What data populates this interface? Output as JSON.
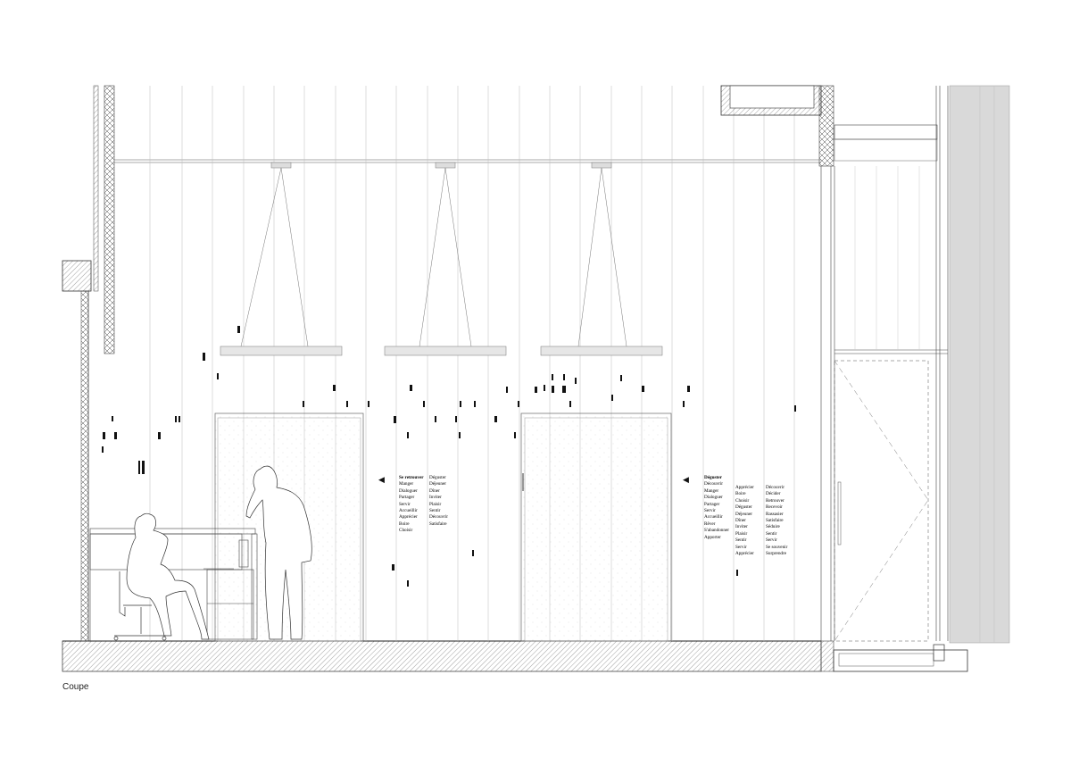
{
  "caption": "Coupe",
  "left_panel": {
    "tiny_label": "",
    "col1": [
      "Se retrouver",
      "Manger",
      "Dialoguer",
      "Partager",
      "Servir",
      "Accueillir",
      "Apprécier",
      "Boire",
      "Choisir"
    ],
    "col2": [
      "Déguster",
      "Déjeuner",
      "Dîner",
      "Inviter",
      "Plaisir",
      "Sentir",
      "Découvrir",
      "Satisfaire"
    ]
  },
  "right_panel": {
    "tiny_label": "",
    "col1": [
      "Déguster",
      "Découvrir",
      "Manger",
      "Dialoguer",
      "Partager",
      "Servir",
      "Accueillir",
      "Rêver",
      "S'abandonner",
      "Apporter"
    ],
    "col2": [
      "Apprécier",
      "Boire",
      "Choisir",
      "Déguster",
      "Déjeuner",
      "Dîner",
      "Inviter",
      "Plaisir",
      "Sentir",
      "Servir",
      "Apprécier"
    ],
    "col3": [
      "Découvrir",
      "Décider",
      "Retrouver",
      "Recevoir",
      "Rassasier",
      "Satisfaire",
      "Séduire",
      "Sentir",
      "Servir",
      "Se souvenir",
      "Surprendre"
    ]
  },
  "icons": {
    "left_arrow": "arrow-left-icon",
    "right_arrow": "arrow-left-icon"
  },
  "colors": {
    "line": "#333333",
    "hatch": "#888888",
    "facade": "#d9d9d9"
  }
}
